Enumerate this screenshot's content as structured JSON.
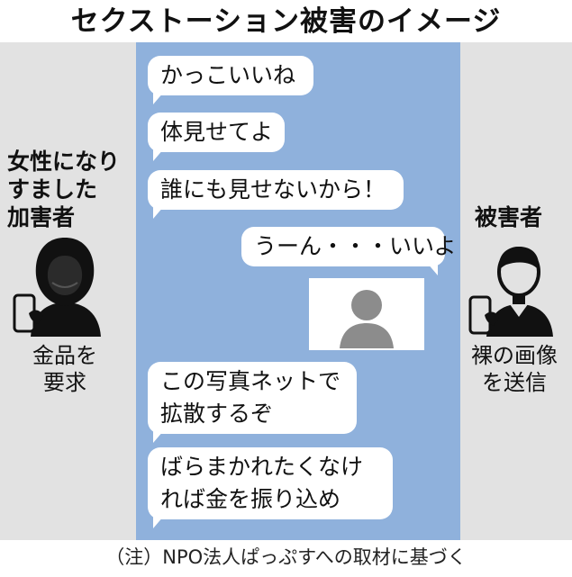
{
  "title": "セクストーション被害のイメージ",
  "perpetrator": {
    "heading": [
      "女性になり",
      "すました",
      "加害者"
    ],
    "caption": [
      "金品を",
      "要求"
    ],
    "icon": "hooded-person-with-phone-icon"
  },
  "victim": {
    "heading": "被害者",
    "caption": [
      "裸の画像",
      "を送信"
    ],
    "icon": "person-with-phone-icon"
  },
  "chat": {
    "messages": [
      {
        "side": "left",
        "lines": [
          "かっこいいね"
        ]
      },
      {
        "side": "left",
        "lines": [
          "体見せてよ"
        ]
      },
      {
        "side": "left",
        "lines": [
          "誰にも見せないから！"
        ]
      },
      {
        "side": "right",
        "lines": [
          "うーん・・・いいよ"
        ]
      },
      {
        "side": "left",
        "lines": [
          "この写真ネットで",
          "拡散するぞ"
        ]
      },
      {
        "side": "left",
        "lines": [
          "ばらまかれたくなけ",
          "れば金を振り込め"
        ]
      }
    ],
    "photo_icon": "person-silhouette-icon"
  },
  "footnote": "（注）NPO法人ぱっぷすへの取材に基づく",
  "colors": {
    "chat_background": "#8fb1dc",
    "side_background": "#e2e2e2",
    "bubble": "#ffffff"
  }
}
